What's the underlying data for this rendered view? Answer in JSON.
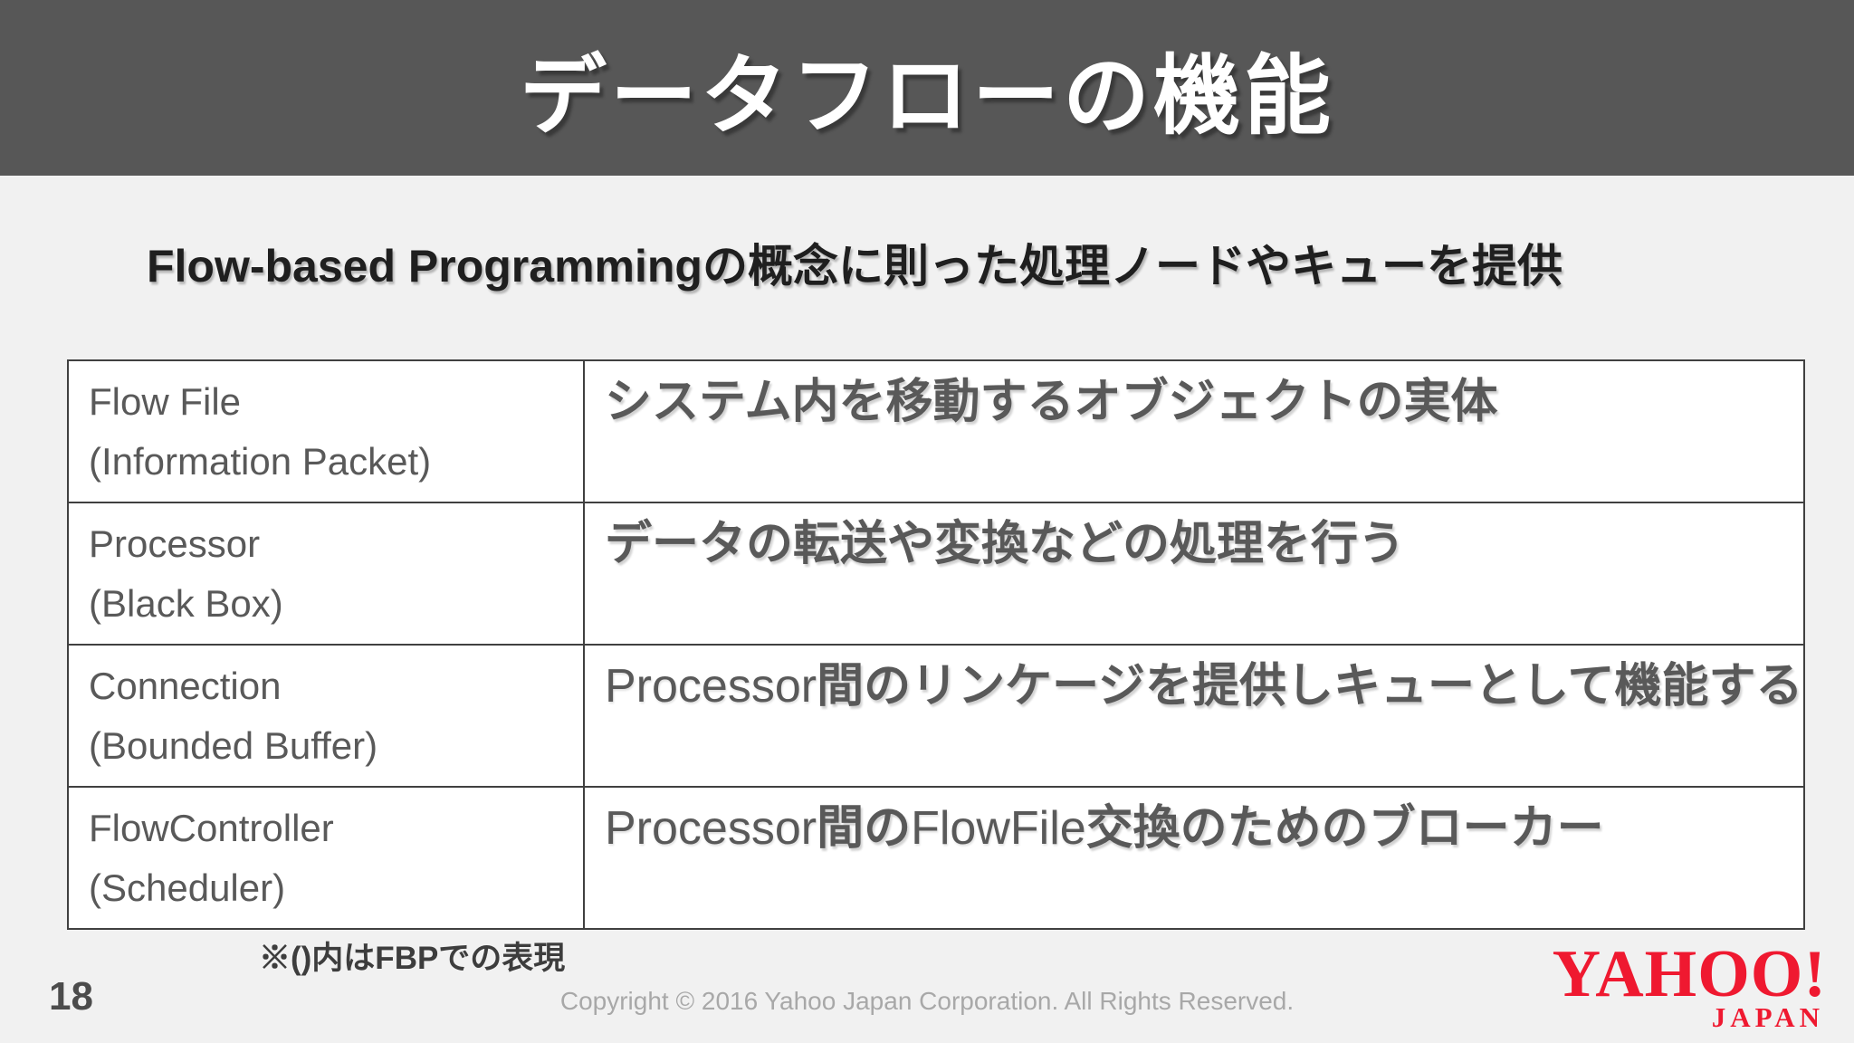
{
  "slide": {
    "title": "データフローの機能",
    "subtitle": "Flow-based Programmingの概念に則った処理ノードやキューを提供",
    "footnote": "※()内はFBPでの表現",
    "page_number": "18",
    "copyright": "Copyright © 2016  Yahoo Japan Corporation. All Rights Reserved."
  },
  "table": {
    "rows": [
      {
        "term": "Flow File",
        "fbp": "(Information Packet)",
        "description": [
          {
            "text": "システム内を移動するオブジェクトの実体",
            "bold": true
          }
        ]
      },
      {
        "term": "Processor",
        "fbp": "(Black Box)",
        "description": [
          {
            "text": "データの転送や変換などの処理を行う",
            "bold": true
          }
        ]
      },
      {
        "term": "Connection",
        "fbp": "(Bounded Buffer)",
        "description": [
          {
            "text": "Processor",
            "bold": false
          },
          {
            "text": "間のリンケージを提供しキューとして機能する",
            "bold": true
          }
        ]
      },
      {
        "term": "FlowController",
        "fbp": "(Scheduler)",
        "description": [
          {
            "text": "Processor",
            "bold": false
          },
          {
            "text": "間の",
            "bold": true
          },
          {
            "text": "FlowFile",
            "bold": false
          },
          {
            "text": "交換のためのブローカー",
            "bold": true
          }
        ]
      }
    ]
  },
  "logo": {
    "yahoo": "YAHOO!",
    "japan": "JAPAN"
  },
  "colors": {
    "header_bg": "#575757",
    "body_bg": "#f1f1f1",
    "table_border": "#404040",
    "text_gray": "#595959",
    "copyright_gray": "#a8a8a8",
    "logo_red": "#ef1930"
  }
}
